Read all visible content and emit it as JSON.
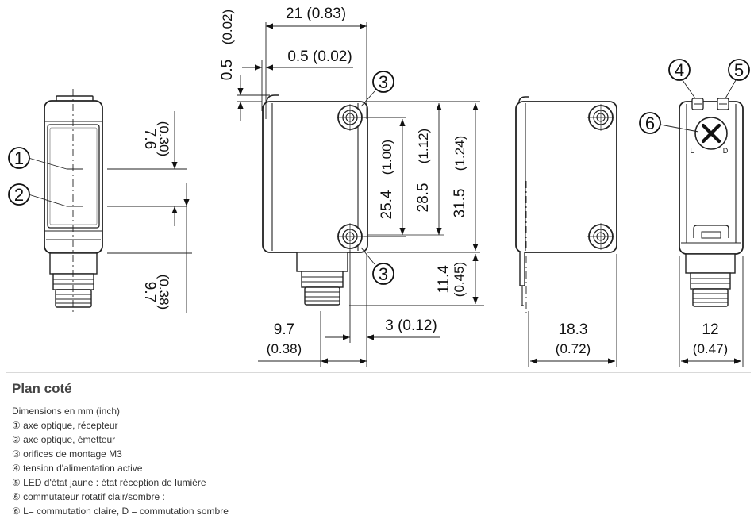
{
  "title": "Plan coté",
  "legend_lines": [
    "Dimensions en mm (inch)",
    "① axe optique, récepteur",
    "② axe optique, émetteur",
    "③ orifices de montage M3",
    "④ tension d'alimentation active",
    "⑤ LED d'état jaune : état réception de lumière",
    "⑥ commutateur rotatif clair/sombre :",
    "⑥ L= commutation claire, D = commutation sombre"
  ],
  "dimensions": {
    "d21": "21 (0.83)",
    "d05v_mm": "0.5",
    "d05v_in": "(0.02)",
    "d05h": "0.5 (0.02)",
    "d76_mm": "7.6",
    "d76_in": "(0.30)",
    "d97v_mm": "9.7",
    "d97v_in": "(0.38)",
    "d254_mm": "25.4",
    "d254_in": "(1.00)",
    "d285_mm": "28.5",
    "d285_in": "(1.12)",
    "d315_mm": "31.5",
    "d315_in": "(1.24)",
    "d114_mm": "11.4",
    "d114_in": "(0.45)",
    "d97h_mm": "9.7",
    "d97h_in": "(0.38)",
    "d3": "3 (0.12)",
    "d183_mm": "18.3",
    "d183_in": "(0.72)",
    "d12_mm": "12",
    "d12_in": "(0.47)"
  },
  "callouts": {
    "c1": "1",
    "c2": "2",
    "c3": "3",
    "c4": "4",
    "c5": "5",
    "c6": "6"
  },
  "switch_labels": {
    "light": "L",
    "dark": "D"
  }
}
